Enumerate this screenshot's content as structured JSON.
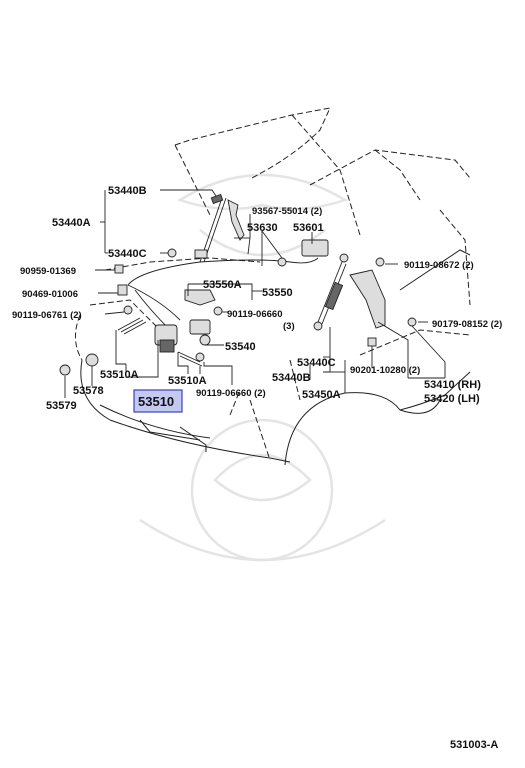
{
  "diagram_id": "531003-A",
  "highlighted_part": "53510",
  "labels": {
    "p53440B_top": "53440B",
    "p53440A": "53440A",
    "p53440C_left": "53440C",
    "p90959": "90959-01369",
    "p90469": "90469-01006",
    "p90119_06761": "90119-06761 (2)",
    "p93567": "93567-55014 (2)",
    "p53630": "53630",
    "p53601": "53601",
    "p53550A": "53550A",
    "p53550": "53550",
    "p90119_06660_a": "90119-06660",
    "p90119_06660_a_qty": "(3)",
    "p53540": "53540",
    "p53510A_left": "53510A",
    "p53510A_mid": "53510A",
    "p90119_06660_b": "90119-06660 (2)",
    "p53578": "53578",
    "p53579": "53579",
    "p53510": "53510",
    "p53440C_right": "53440C",
    "p53440B_right": "53440B",
    "p53450A": "53450A",
    "p90201": "90201-10280 (2)",
    "p90119_08672": "90119-08672 (2)",
    "p90179": "90179-08152 (2)",
    "p53410": "53410 (RH)",
    "p53420": "53420 (LH)"
  }
}
